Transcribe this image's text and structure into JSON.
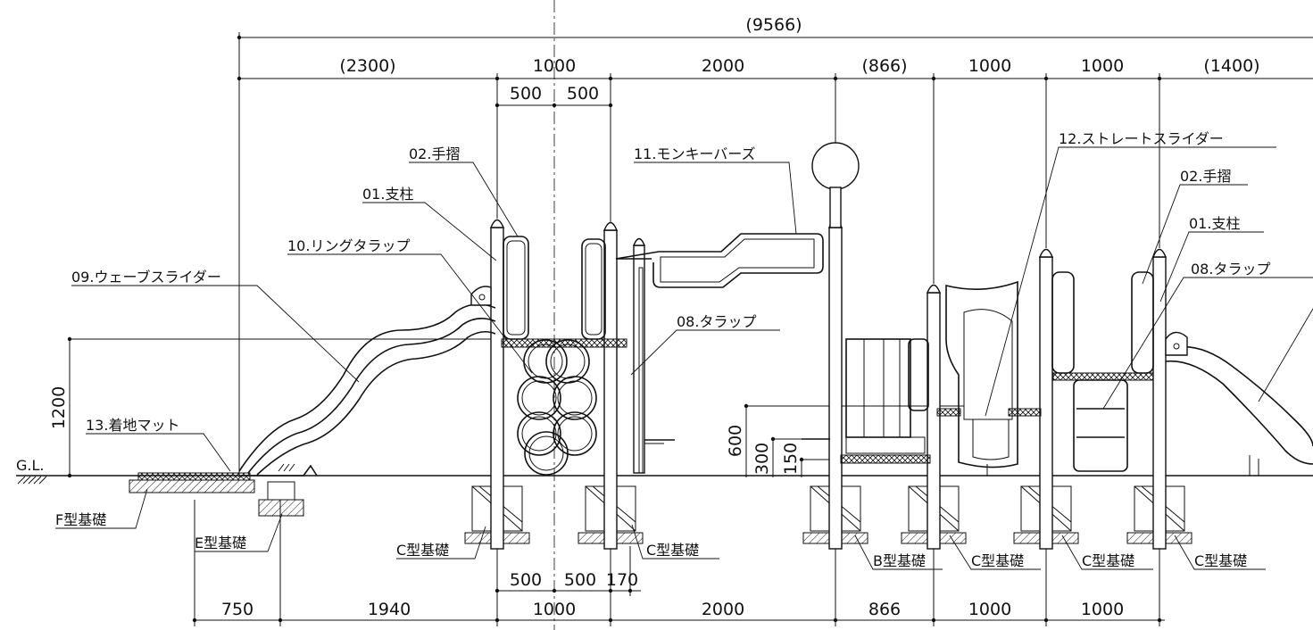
{
  "dimensions": {
    "overall": "(9566)",
    "top_row": [
      "(2300)",
      "1000",
      "2000",
      "(866)",
      "1000",
      "1000",
      "(1400)"
    ],
    "half_top": [
      "500",
      "500"
    ],
    "heights": [
      "1200",
      "600",
      "300",
      "150"
    ],
    "bottom_half": [
      "500",
      "500",
      "170"
    ],
    "bottom_row": [
      "750",
      "1940",
      "1000",
      "2000",
      "866",
      "1000",
      "1000"
    ]
  },
  "labels": {
    "gl": "G.L.",
    "handrail_left": "02.手摺",
    "post_left": "01.支柱",
    "ring_trap": "10.リングタラップ",
    "wave_slider": "09.ウェーブスライダー",
    "landing_mat": "13.着地マット",
    "monkey_bars": "11.モンキーバーズ",
    "trap_mid": "08.タラップ",
    "straight_slider": "12.ストレートスライダー",
    "handrail_right": "02.手摺",
    "post_right": "01.支柱",
    "trap_right": "08.タラップ",
    "found_f": "F型基礎",
    "found_e": "E型基礎",
    "found_c1": "C型基礎",
    "found_c2": "C型基礎",
    "found_b": "B型基礎",
    "found_c3": "C型基礎",
    "found_c4": "C型基礎",
    "found_c5": "C型基礎"
  }
}
